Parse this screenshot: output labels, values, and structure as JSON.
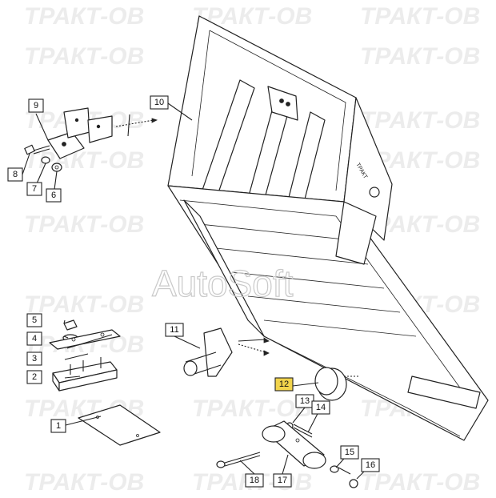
{
  "watermark": {
    "brand": "ТРАКТ-ОВ",
    "center": "AutoSoft"
  },
  "callouts": [
    {
      "id": "c1",
      "label": "1",
      "highlighted": false
    },
    {
      "id": "c2",
      "label": "2",
      "highlighted": false
    },
    {
      "id": "c3",
      "label": "3",
      "highlighted": false
    },
    {
      "id": "c4",
      "label": "4",
      "highlighted": false
    },
    {
      "id": "c5",
      "label": "5",
      "highlighted": false
    },
    {
      "id": "c6",
      "label": "6",
      "highlighted": false
    },
    {
      "id": "c7",
      "label": "7",
      "highlighted": false
    },
    {
      "id": "c8",
      "label": "8",
      "highlighted": false
    },
    {
      "id": "c9",
      "label": "9",
      "highlighted": false
    },
    {
      "id": "c10",
      "label": "10",
      "highlighted": false
    },
    {
      "id": "c11",
      "label": "11",
      "highlighted": false
    },
    {
      "id": "c12",
      "label": "12",
      "highlighted": true
    },
    {
      "id": "c13",
      "label": "13",
      "highlighted": false
    },
    {
      "id": "c14",
      "label": "14",
      "highlighted": false
    },
    {
      "id": "c15",
      "label": "15",
      "highlighted": false
    },
    {
      "id": "c16",
      "label": "16",
      "highlighted": false
    },
    {
      "id": "c17",
      "label": "17",
      "highlighted": false
    },
    {
      "id": "c18",
      "label": "18",
      "highlighted": false
    }
  ],
  "colors": {
    "highlight": "#f2d44c",
    "line": "#222222",
    "watermark": "#ececec"
  }
}
